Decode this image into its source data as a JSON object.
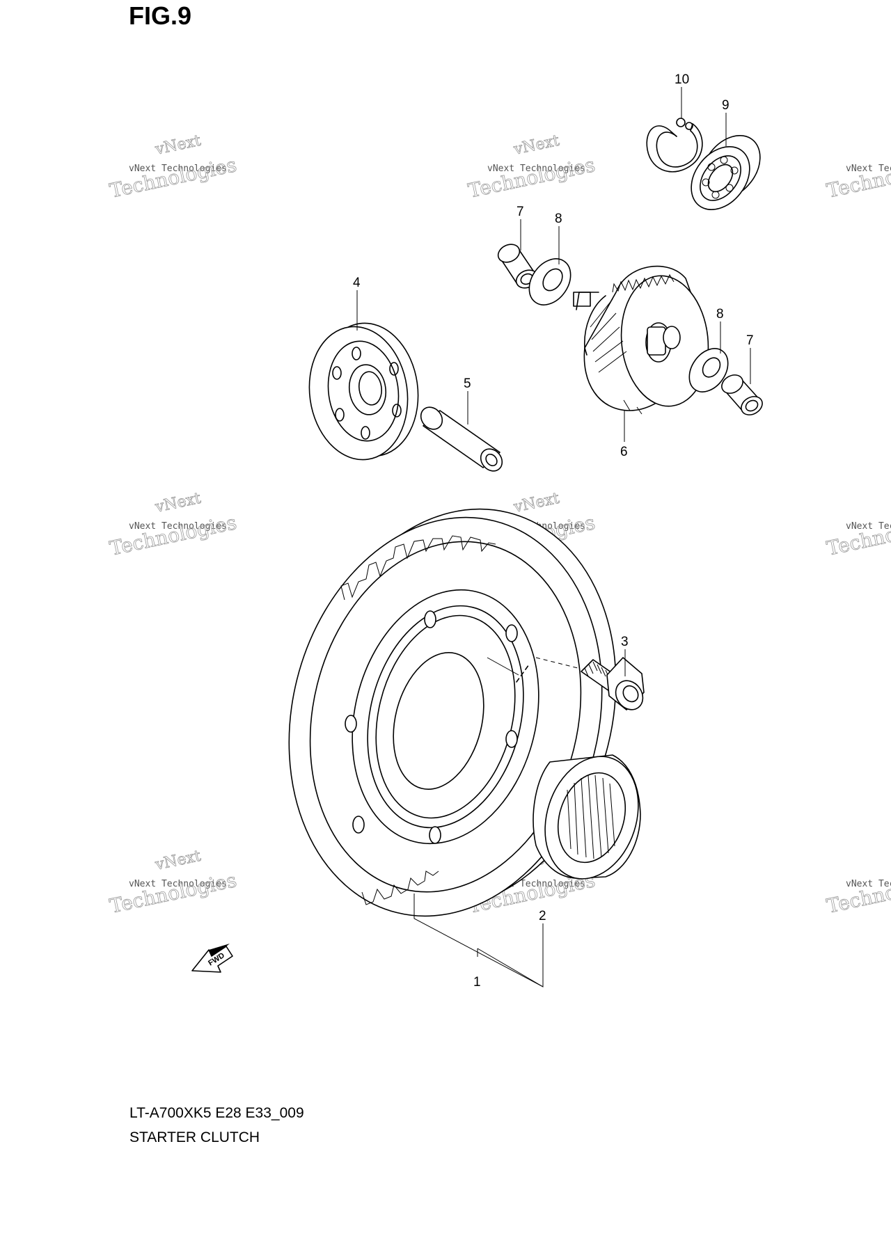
{
  "figure": {
    "title": "FIG.9",
    "code": "LT-A700XK5 E28 E33_009",
    "name": "STARTER CLUTCH"
  },
  "direction_label": "FWD",
  "watermark": {
    "line1": "vNext Technologies",
    "line2": "vNext",
    "line3": "Technologies"
  },
  "callouts": {
    "c1": "1",
    "c2": "2",
    "c3": "3",
    "c4": "4",
    "c5": "5",
    "c6": "6",
    "c7a": "7",
    "c7b": "7",
    "c8a": "8",
    "c8b": "8",
    "c9": "9",
    "c10": "10"
  }
}
